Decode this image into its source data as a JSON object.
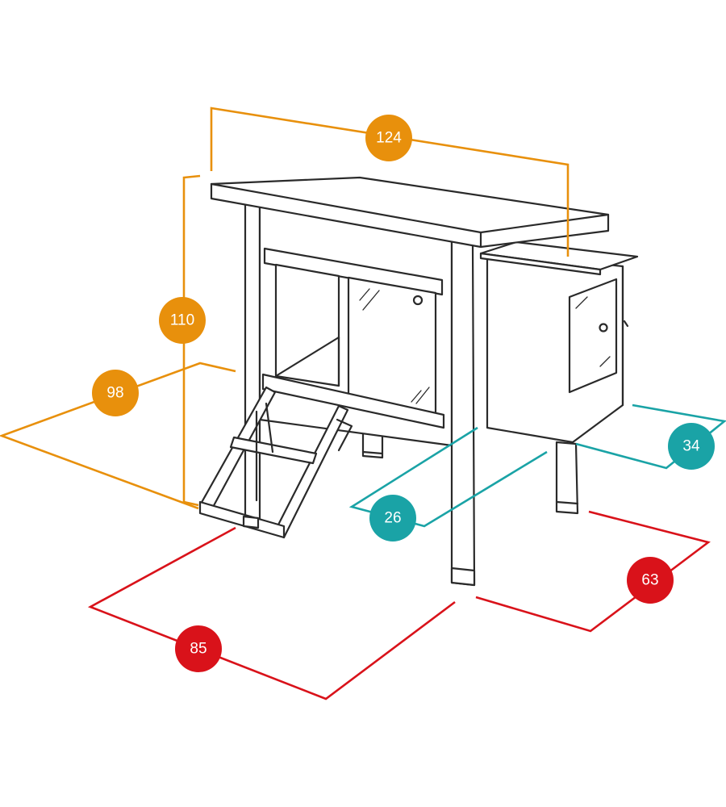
{
  "colors": {
    "height_width": "#e8900c",
    "accessory": "#1aa3a6",
    "footprint": "#d9121a",
    "outline": "#2a2a2a"
  },
  "dimensions": {
    "overall_width": "124",
    "overall_height": "110",
    "depth": "98",
    "nest_box_width": "26",
    "nest_box_depth": "34",
    "footprint_depth": "63",
    "footprint_width": "85"
  }
}
